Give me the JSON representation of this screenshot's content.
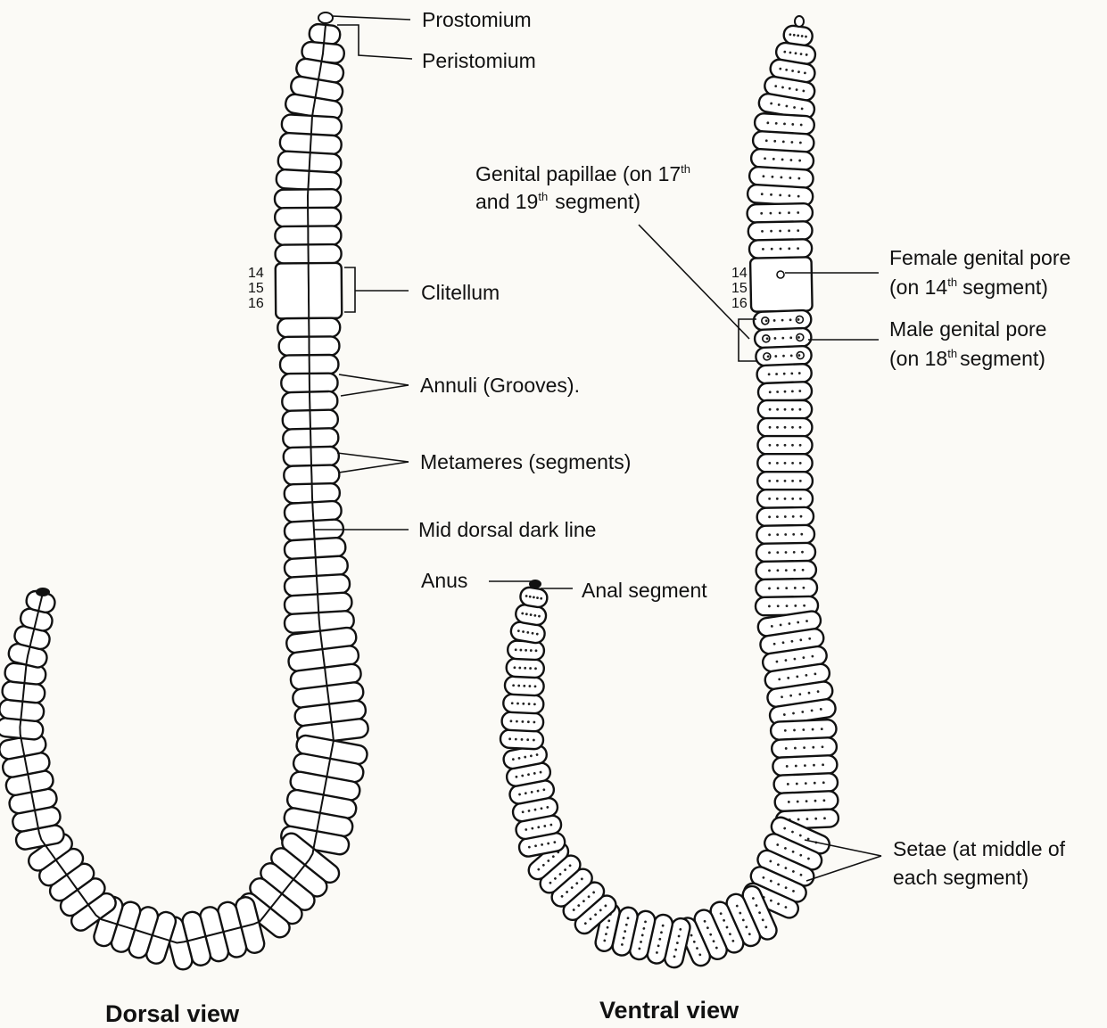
{
  "dorsal": {
    "title": "Dorsal view",
    "labels": {
      "prostomium": "Prostomium",
      "peristomium": "Peristomium",
      "clitellum": "Clitellum",
      "annuli": "Annuli (Grooves).",
      "metameres": "Metameres (segments)",
      "mid_dorsal": "Mid dorsal dark line"
    },
    "segment_numbers": [
      "14",
      "15",
      "16"
    ]
  },
  "ventral": {
    "title": "Ventral view",
    "labels": {
      "genital_papillae_1": "Genital papillae (on 17",
      "genital_papillae_sup_1": "th",
      "genital_papillae_2": "and 19",
      "genital_papillae_sup_2": "th",
      "genital_papillae_3": "segment)",
      "female_pore_1": "Female genital pore",
      "female_pore_2": "(on 14",
      "female_pore_sup": "th",
      "female_pore_3": "segment)",
      "male_pore_1": "Male genital pore",
      "male_pore_2": "(on 18",
      "male_pore_sup": "th",
      "male_pore_3": "segment)",
      "anus": "Anus",
      "anal_segment": "Anal segment",
      "setae_1": "Setae (at middle of",
      "setae_2": "each segment)"
    },
    "segment_numbers": [
      "14",
      "15",
      "16"
    ]
  }
}
